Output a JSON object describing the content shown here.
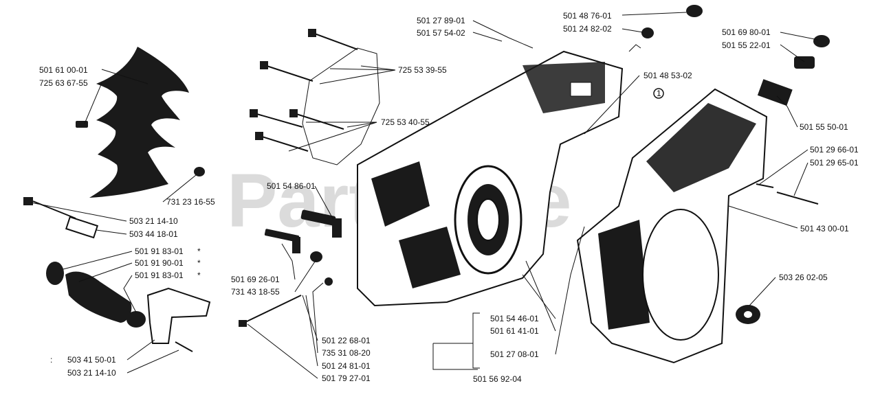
{
  "watermark": "PartsTree",
  "labels": [
    {
      "id": "l1",
      "text": "501 61 00-01"
    },
    {
      "id": "l2",
      "text": "725 63 67-55"
    },
    {
      "id": "l3",
      "text": "501 27 89-01"
    },
    {
      "id": "l4",
      "text": "501 57 54-02"
    },
    {
      "id": "l5",
      "text": "725 53 39-55"
    },
    {
      "id": "l6",
      "text": "725 53 40-55"
    },
    {
      "id": "l7",
      "text": "501 48 76-01"
    },
    {
      "id": "l8",
      "text": "501 24 82-02"
    },
    {
      "id": "l9",
      "text": "501 69 80-01"
    },
    {
      "id": "l10",
      "text": "501 55 22-01"
    },
    {
      "id": "l11",
      "text": "501 48 53-02"
    },
    {
      "id": "l12",
      "text": "501 55 50-01"
    },
    {
      "id": "l13",
      "text": "501 29 66-01"
    },
    {
      "id": "l14",
      "text": "501 29 65-01"
    },
    {
      "id": "l15",
      "text": "501 43 00-01"
    },
    {
      "id": "l16",
      "text": "731 23 16-55"
    },
    {
      "id": "l17",
      "text": "501 54 86-01"
    },
    {
      "id": "l18",
      "text": "503 21 14-10"
    },
    {
      "id": "l19",
      "text": "503 44 18-01"
    },
    {
      "id": "l20",
      "text": "501 91 83-01"
    },
    {
      "id": "l21",
      "text": "501 91 90-01"
    },
    {
      "id": "l22",
      "text": "501 91 83-01"
    },
    {
      "id": "l23",
      "text": "501 69 26-01"
    },
    {
      "id": "l24",
      "text": "731 43 18-55"
    },
    {
      "id": "l25",
      "text": "503 26 02-05"
    },
    {
      "id": "l26",
      "text": "501 54 46-01"
    },
    {
      "id": "l27",
      "text": "501 61 41-01"
    },
    {
      "id": "l28",
      "text": "501 27 08-01"
    },
    {
      "id": "l29",
      "text": "501 22 68-01"
    },
    {
      "id": "l30",
      "text": "735 31 08-20"
    },
    {
      "id": "l31",
      "text": "501 24 81-01"
    },
    {
      "id": "l32",
      "text": "501 79 27-01"
    },
    {
      "id": "l33",
      "text": "501 56 92-04"
    },
    {
      "id": "l34",
      "text": "503 41 50-01"
    },
    {
      "id": "l35",
      "text": "503 21 14-10"
    }
  ],
  "markers": {
    "asterisk": "*",
    "colon": ":",
    "circled_one": "1"
  }
}
